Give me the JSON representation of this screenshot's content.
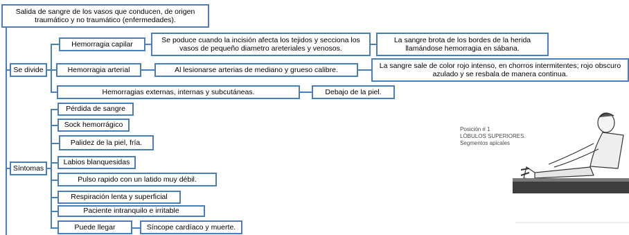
{
  "definition": "Salida de sangre de los vasos que conducen, de origen traumático y no traumático (enfermedades).",
  "divide": {
    "label": "Se divide",
    "capilar": {
      "label": "Hemorragia capilar",
      "desc": "Se poduce cuando la incisión afecta los tejidos y secciona los vasos de pequeño diametro areteriales y venosos.",
      "detail": "La sangre brota de los bordes de la herida llamándose hemorragia en sábana."
    },
    "arterial": {
      "label": "Hemorragia arterial",
      "desc": "Al lesionarse arterias de mediano y grueso calibre.",
      "detail": "La sangre sale de color rojo intenso, en chorros intermitentes; rojo obscuro azulado y se resbala de manera continua."
    },
    "externas": {
      "label": "Hemorragias externas, internas y subcutáneas.",
      "detail": "Debajo de la piel."
    }
  },
  "sintomas": {
    "label": "Síntomas",
    "items": [
      "Pérdida de sangre",
      "Sock hemorrágico",
      "Palidez de la piel, fría.",
      "Labios blanquesidas",
      "Pulso rapido con un latido muy débil.",
      "Respiración lenta y superficial",
      "Paciente intranquilo e irritable"
    ],
    "puede_llegar": {
      "label": "Puede llegar",
      "detail": "Síncope cardíaco y muerte."
    }
  },
  "figure": {
    "line1": "Posición # 1",
    "line2": "LÓBULOS SUPERIORES.",
    "line3": "Segmentos apicales"
  },
  "colors": {
    "border": "#4a7ebb"
  }
}
